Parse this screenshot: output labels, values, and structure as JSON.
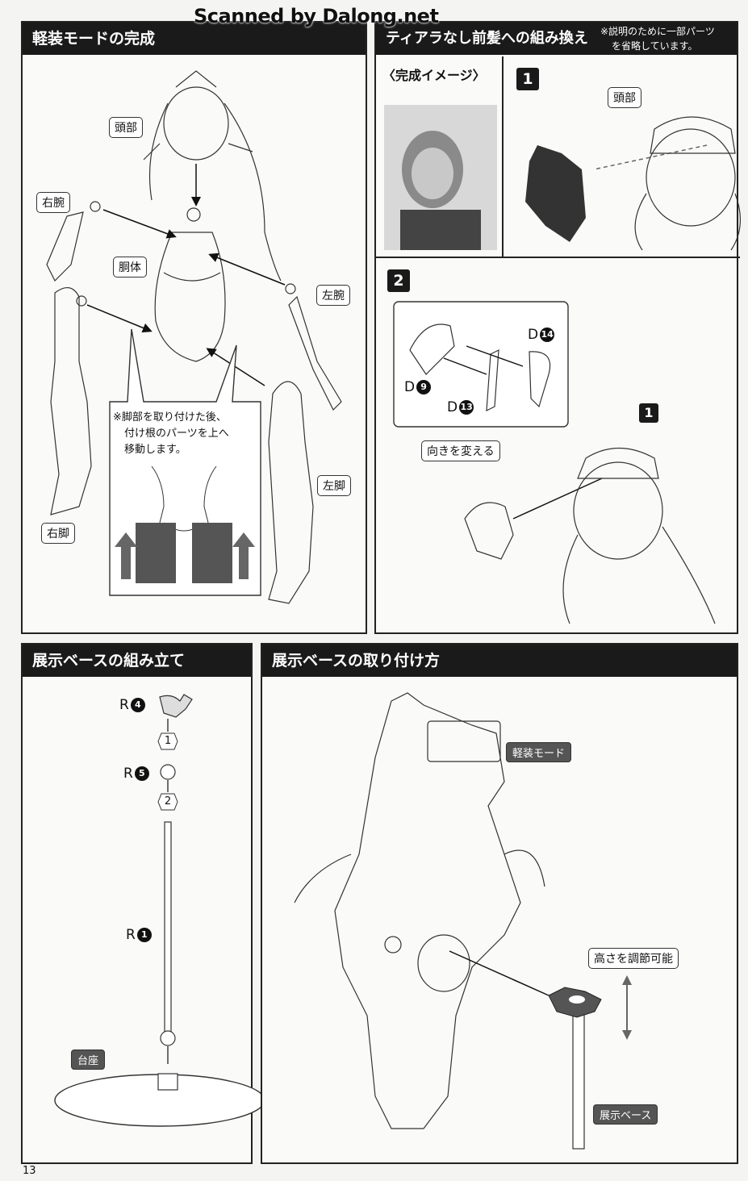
{
  "watermark": "Scanned by Dalong.net",
  "page_number": "13",
  "panel_light_mode": {
    "title": "軽装モードの完成",
    "labels": {
      "head": "頭部",
      "right_arm": "右腕",
      "torso": "胴体",
      "left_arm": "左腕",
      "left_leg": "左脚",
      "right_leg": "右脚"
    },
    "callout_note": [
      "※脚部を取り付けた後、",
      "付け根のパーツを上へ",
      "移動します。"
    ]
  },
  "panel_no_tiara": {
    "title": "ティアラなし前髪への組み換え",
    "note": [
      "※説明のために一部パーツ",
      "を省略しています。"
    ],
    "complete_image_label": "〈完成イメージ〉",
    "step1": {
      "number": "1",
      "label": "頭部"
    },
    "step2": {
      "number": "2",
      "parts": {
        "d9": {
          "letter": "D",
          "num": "9"
        },
        "d13": {
          "letter": "D",
          "num": "13"
        },
        "d14": {
          "letter": "D",
          "num": "14"
        }
      },
      "turn_label": "向きを変える",
      "ref_step": "1"
    }
  },
  "panel_base_assembly": {
    "title": "展示ベースの組み立て",
    "parts": {
      "r4": {
        "letter": "R",
        "num": "4"
      },
      "r5": {
        "letter": "R",
        "num": "5"
      },
      "r1": {
        "letter": "R",
        "num": "1"
      }
    },
    "order": [
      "1",
      "2"
    ],
    "base_label": "台座"
  },
  "panel_base_attach": {
    "title": "展示ベースの取り付け方",
    "mode_label": "軽装モード",
    "height_label": "高さを調節可能",
    "base_label": "展示ベース"
  },
  "colors": {
    "title_bar": "#1a1a1a",
    "label_dark": "#555555",
    "paper": "#fafaf8"
  }
}
